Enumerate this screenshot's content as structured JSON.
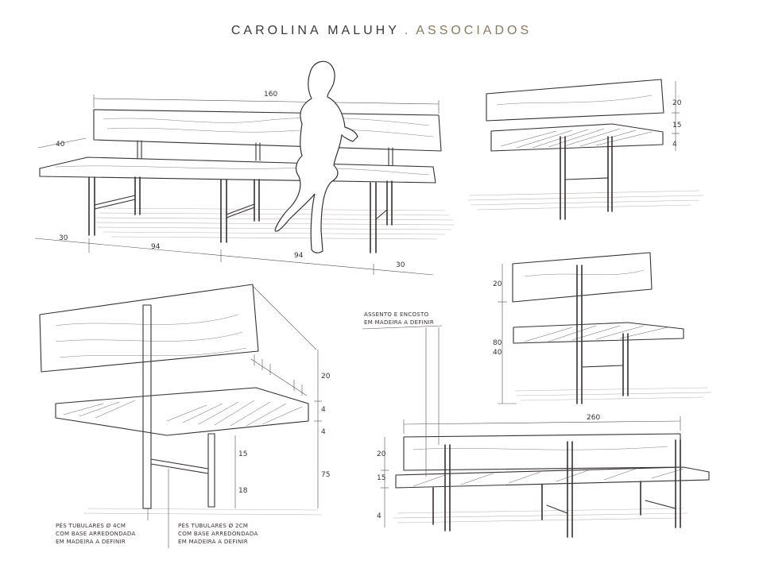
{
  "header": {
    "name": "CAROLINA MALUHY",
    "separator": ".",
    "associates": "ASSOCIADOS"
  },
  "dimensions": {
    "view1_total": "160",
    "view1_depth": "40",
    "view1_bottom_left": "30",
    "view1_bottom_mid1": "94",
    "view1_bottom_mid2": "94",
    "view1_bottom_right": "30",
    "view2_right_top": "20",
    "view2_right_mid": "15",
    "view2_right_small": "4",
    "view3_left_top": "20",
    "view3_left_total": "80",
    "view3_left_mid": "40",
    "view4_right_top": "20",
    "view4_right_mid": "4",
    "view4_right_low": "4",
    "view4_right_total": "75",
    "view4_leg_a": "15",
    "view4_leg_b": "18",
    "view5_total": "260",
    "view5_left_a": "20",
    "view5_left_b": "15",
    "view5_left_c": "4"
  },
  "notes": {
    "seat_line1": "ASSENTO E ENCOSTO",
    "seat_line2": "EM MADEIRA A DEFINIR",
    "legs4_line1": "PÉS TUBULARES Ø 4CM",
    "legs4_line2": "COM BASE ARREDONDADA",
    "legs4_line3": "EM MADEIRA A DEFINIR",
    "legs2_line1": "PÉS TUBULARES Ø 2CM",
    "legs2_line2": "COM BASE ARREDONDADA",
    "legs2_line3": "EM MADEIRA A DEFINIR"
  }
}
